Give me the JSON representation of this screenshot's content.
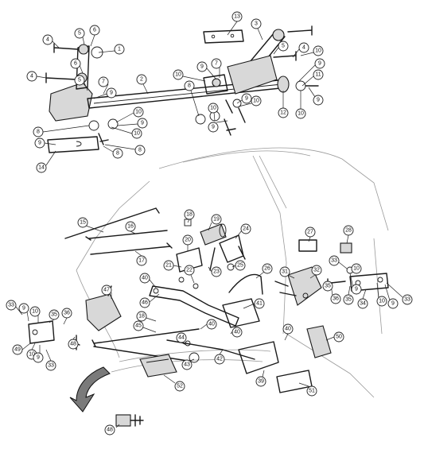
{
  "callouts": [
    {
      "label": "13"
    },
    {
      "label": "4"
    },
    {
      "label": "5"
    },
    {
      "label": "6"
    },
    {
      "label": "1"
    },
    {
      "label": "6"
    },
    {
      "label": "4"
    },
    {
      "label": "5"
    },
    {
      "label": "7"
    },
    {
      "label": "9"
    },
    {
      "label": "2"
    },
    {
      "label": "10"
    },
    {
      "label": "9"
    },
    {
      "label": "7"
    },
    {
      "label": "3"
    },
    {
      "label": "5"
    },
    {
      "label": "4"
    },
    {
      "label": "10"
    },
    {
      "label": "9"
    },
    {
      "label": "11"
    },
    {
      "label": "8"
    },
    {
      "label": "9"
    },
    {
      "label": "10"
    },
    {
      "label": "12"
    },
    {
      "label": "10"
    },
    {
      "label": "9"
    },
    {
      "label": "10"
    },
    {
      "label": "8"
    },
    {
      "label": "9"
    },
    {
      "label": "10"
    },
    {
      "label": "9"
    },
    {
      "label": "8"
    },
    {
      "label": "10"
    },
    {
      "label": "9"
    },
    {
      "label": "14"
    },
    {
      "label": "8"
    },
    {
      "label": "18"
    },
    {
      "label": "19"
    },
    {
      "label": "24"
    },
    {
      "label": "15"
    },
    {
      "label": "16"
    },
    {
      "label": "20"
    },
    {
      "label": "17"
    },
    {
      "label": "21"
    },
    {
      "label": "22"
    },
    {
      "label": "23"
    },
    {
      "label": "25"
    },
    {
      "label": "26"
    },
    {
      "label": "27"
    },
    {
      "label": "28"
    },
    {
      "label": "33"
    },
    {
      "label": "10"
    },
    {
      "label": "32"
    },
    {
      "label": "31"
    },
    {
      "label": "35"
    },
    {
      "label": "9"
    },
    {
      "label": "40"
    },
    {
      "label": "47"
    },
    {
      "label": "46"
    },
    {
      "label": "36"
    },
    {
      "label": "35"
    },
    {
      "label": "34"
    },
    {
      "label": "10"
    },
    {
      "label": "9"
    },
    {
      "label": "33"
    },
    {
      "label": "33"
    },
    {
      "label": "9"
    },
    {
      "label": "10"
    },
    {
      "label": "35"
    },
    {
      "label": "36"
    },
    {
      "label": "18"
    },
    {
      "label": "45"
    },
    {
      "label": "40"
    },
    {
      "label": "41"
    },
    {
      "label": "40"
    },
    {
      "label": "49"
    },
    {
      "label": "10"
    },
    {
      "label": "48"
    },
    {
      "label": "9"
    },
    {
      "label": "33"
    },
    {
      "label": "44"
    },
    {
      "label": "43"
    },
    {
      "label": "42"
    },
    {
      "label": "40"
    },
    {
      "label": "50"
    },
    {
      "label": "39"
    },
    {
      "label": "52"
    },
    {
      "label": "51"
    },
    {
      "label": "48"
    }
  ]
}
